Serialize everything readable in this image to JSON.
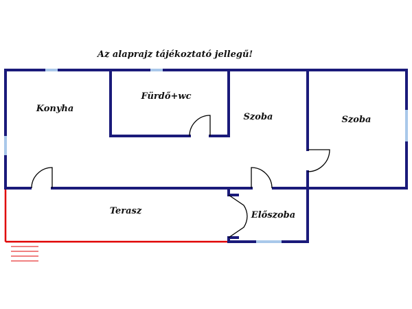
{
  "note": "Az alaprajz tájékoztató jellegű!",
  "rooms": {
    "kitchen": "Konyha",
    "bathroom": "Fürdő+wc",
    "room_middle": "Szoba",
    "room_right": "Szoba",
    "terrace": "Terasz",
    "hall": "Előszoba"
  },
  "colors": {
    "wall": "#1a1a7a",
    "terrace_edge": "#e00000",
    "window": "#a9c8ea",
    "door": "#000000"
  }
}
